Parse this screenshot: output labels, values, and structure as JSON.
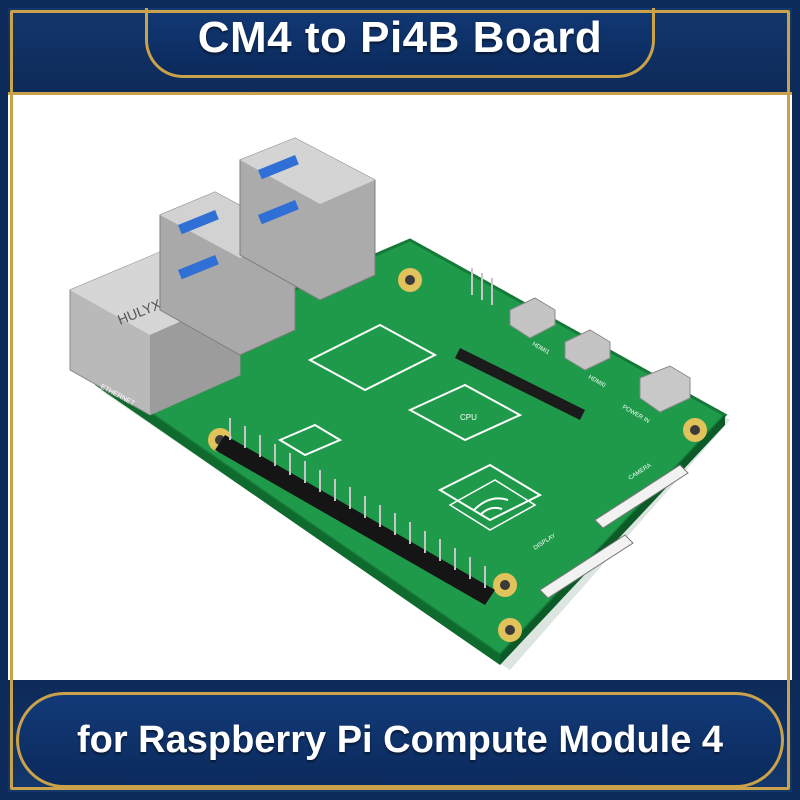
{
  "banner": {
    "title": "CM4 to Pi4B Board",
    "subtitle": "for Raspberry Pi Compute Module 4"
  },
  "board": {
    "silkscreen": {
      "cpu": "CPU",
      "display": "DISPLAY",
      "camera": "CAMERA",
      "hdmi0": "HDMI0",
      "hdmi1": "HDMI1",
      "power": "POWER IN",
      "ethernet": "ETHERNET",
      "jack_brand": "HULYXN"
    }
  },
  "colors": {
    "navy": "#0d2a58",
    "gold": "#c9a24a",
    "pcb_green": "#1f9a4a",
    "pad_gold": "#e2c25a",
    "usb_blue": "#2f6fd6"
  }
}
